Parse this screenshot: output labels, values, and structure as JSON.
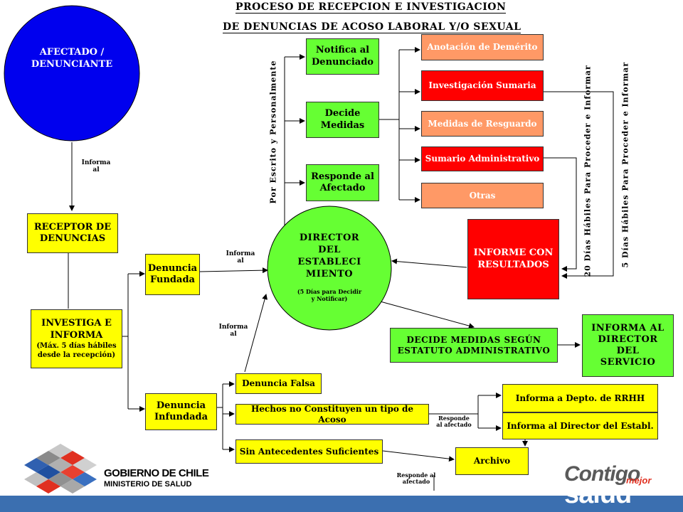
{
  "title": {
    "line1": "PROCESO DE RECEPCION E INVESTIGACION",
    "line2": "DE DENUNCIAS DE ACOSO LABORAL Y/O SEXUAL"
  },
  "nodes": {
    "afectado": "AFECTADO /\nDENUNCIANTE",
    "receptor": "RECEPTOR DE\nDENUNCIAS",
    "investiga_title": "INVESTIGA E\nINFORMA",
    "investiga_note": "(Máx. 5 días hábiles\ndesde la recepción)",
    "notifica": "Notifica al\nDenunciado",
    "decide_medidas": "Decide\nMedidas",
    "responde": "Responde al\nAfectado",
    "anotacion": "Anotación de Demérito",
    "investigacion_sumaria": "Investigación Sumaria",
    "medidas_resguardo": "Medidas de Resguardo",
    "sumario_admin": "Sumario Administrativo",
    "otras": "Otras",
    "informe": "INFORME CON\nRESULTADOS",
    "director_title": "DIRECTOR\nDEL\nESTABLECI\nMIENTO",
    "director_note": "(5 Días para Decidir\ny Notificar)",
    "denuncia_fundada": "Denuncia\nFundada",
    "denuncia_infundada": "Denuncia\nInfundada",
    "decide_estatuto": "DECIDE MEDIDAS SEGÚN\nESTATUTO ADMINISTRATIVO",
    "informa_director_servicio": "INFORMA AL\nDIRECTOR DEL\nSERVICIO",
    "denuncia_falsa": "Denuncia Falsa",
    "hechos": "Hechos no Constituyen un tipo de Acoso",
    "sin_antecedentes": "Sin Antecedentes Suficientes",
    "informa_rrhh": "Informa a Depto. de RRHH",
    "informa_director_establ": "Informa al Director del Establ.",
    "archivo": "Archivo"
  },
  "labels": {
    "informa_al_1": "Informa\nal",
    "informa_al_2": "Informa\nal",
    "informa_al_3": "Informa\nal",
    "por_escrito": "Por Escrito y Personalmente",
    "veinte_dias": "20 Días Hábiles Para Proceder e Informar",
    "cinco_dias": "5 Días Hábiles Para Proceder e Informar",
    "responde_afectado_1": "Responde\nal afectado",
    "responde_afectado_2": "Responde al\nafectado"
  },
  "logos": {
    "gobierno": "GOBIERNO DE CHILE",
    "ministerio": "MINISTERIO DE SALUD",
    "contigo": "Contigo",
    "mejor": "mejor",
    "salud": "salud"
  },
  "colors": {
    "yellow": "#ffff00",
    "green": "#66ff33",
    "red": "#ff0000",
    "salmon": "#ff9966",
    "blue_circle": "#0000ee",
    "bar_blue": "#3b6fb0"
  }
}
